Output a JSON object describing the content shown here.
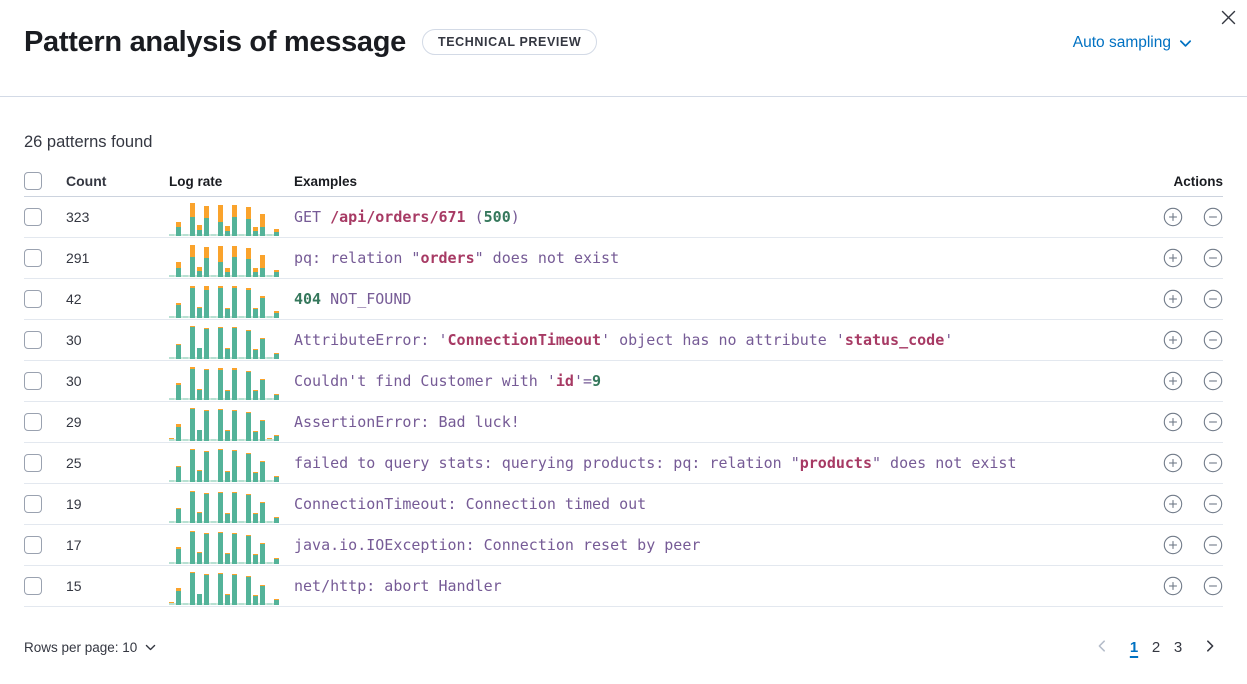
{
  "header": {
    "title": "Pattern analysis of message",
    "badge": "TECHNICAL PREVIEW",
    "sampling_label": "Auto sampling"
  },
  "summary": "26 patterns found",
  "table": {
    "columns": [
      "Count",
      "Log rate",
      "Examples",
      "Actions"
    ],
    "rows": [
      {
        "count": "323",
        "example": [
          [
            "p",
            "GET "
          ],
          [
            "m",
            "/api/orders/671"
          ],
          [
            "p",
            " ("
          ],
          [
            "g",
            "500"
          ],
          [
            "p",
            ")"
          ]
        ],
        "sparkline": [
          [
            4,
            0
          ],
          [
            26,
            14
          ],
          [
            3,
            0
          ],
          [
            55,
            40
          ],
          [
            16,
            14
          ],
          [
            52,
            36
          ],
          [
            4,
            0
          ],
          [
            40,
            50
          ],
          [
            14,
            14
          ],
          [
            55,
            36
          ],
          [
            3,
            0
          ],
          [
            50,
            34
          ],
          [
            13,
            13
          ],
          [
            24,
            40
          ],
          [
            3,
            0
          ],
          [
            10,
            8
          ]
        ]
      },
      {
        "count": "291",
        "example": [
          [
            "p",
            "pq: relation \""
          ],
          [
            "m",
            "orders"
          ],
          [
            "p",
            "\" does not exist"
          ]
        ],
        "sparkline": [
          [
            4,
            0
          ],
          [
            26,
            16
          ],
          [
            3,
            0
          ],
          [
            56,
            38
          ],
          [
            16,
            12
          ],
          [
            54,
            34
          ],
          [
            4,
            0
          ],
          [
            42,
            48
          ],
          [
            14,
            12
          ],
          [
            56,
            34
          ],
          [
            3,
            0
          ],
          [
            52,
            32
          ],
          [
            13,
            12
          ],
          [
            26,
            38
          ],
          [
            3,
            0
          ],
          [
            12,
            6
          ]
        ]
      },
      {
        "count": "42",
        "example": [
          [
            "g",
            "404"
          ],
          [
            "p",
            " NOT_FOUND"
          ]
        ],
        "sparkline": [
          [
            4,
            0
          ],
          [
            38,
            6
          ],
          [
            3,
            0
          ],
          [
            88,
            6
          ],
          [
            28,
            3
          ],
          [
            82,
            10
          ],
          [
            4,
            0
          ],
          [
            86,
            8
          ],
          [
            26,
            3
          ],
          [
            88,
            4
          ],
          [
            3,
            0
          ],
          [
            80,
            6
          ],
          [
            26,
            2
          ],
          [
            56,
            8
          ],
          [
            3,
            0
          ],
          [
            14,
            6
          ]
        ]
      },
      {
        "count": "30",
        "example": [
          [
            "p",
            "AttributeError: '"
          ],
          [
            "m",
            "ConnectionTimeout"
          ],
          [
            "p",
            "' object has no attribute '"
          ],
          [
            "m",
            "status_code"
          ],
          [
            "p",
            "'"
          ]
        ],
        "sparkline": [
          [
            4,
            0
          ],
          [
            40,
            3
          ],
          [
            3,
            0
          ],
          [
            92,
            3
          ],
          [
            30,
            2
          ],
          [
            86,
            3
          ],
          [
            4,
            0
          ],
          [
            90,
            3
          ],
          [
            28,
            2
          ],
          [
            90,
            3
          ],
          [
            3,
            0
          ],
          [
            82,
            3
          ],
          [
            26,
            2
          ],
          [
            58,
            3
          ],
          [
            3,
            0
          ],
          [
            14,
            2
          ]
        ]
      },
      {
        "count": "30",
        "example": [
          [
            "p",
            "Couldn't find Customer with '"
          ],
          [
            "m",
            "id"
          ],
          [
            "p",
            "'="
          ],
          [
            "g",
            "9"
          ]
        ],
        "sparkline": [
          [
            4,
            0
          ],
          [
            42,
            8
          ],
          [
            3,
            0
          ],
          [
            90,
            5
          ],
          [
            28,
            2
          ],
          [
            88,
            3
          ],
          [
            4,
            0
          ],
          [
            88,
            4
          ],
          [
            26,
            2
          ],
          [
            88,
            4
          ],
          [
            3,
            0
          ],
          [
            80,
            3
          ],
          [
            26,
            2
          ],
          [
            56,
            4
          ],
          [
            3,
            0
          ],
          [
            14,
            2
          ]
        ]
      },
      {
        "count": "29",
        "example": [
          [
            "p",
            "AssertionError: Bad luck!"
          ]
        ],
        "sparkline": [
          [
            4,
            2
          ],
          [
            40,
            8
          ],
          [
            3,
            0
          ],
          [
            92,
            4
          ],
          [
            30,
            2
          ],
          [
            86,
            3
          ],
          [
            4,
            1
          ],
          [
            90,
            4
          ],
          [
            28,
            2
          ],
          [
            88,
            3
          ],
          [
            3,
            0
          ],
          [
            82,
            3
          ],
          [
            26,
            2
          ],
          [
            56,
            3
          ],
          [
            4,
            2
          ],
          [
            14,
            2
          ]
        ]
      },
      {
        "count": "25",
        "example": [
          [
            "p",
            "failed to query stats: querying products: pq: relation \""
          ],
          [
            "m",
            "products"
          ],
          [
            "p",
            "\" does not exist"
          ]
        ],
        "sparkline": [
          [
            4,
            0
          ],
          [
            42,
            3
          ],
          [
            3,
            0
          ],
          [
            94,
            3
          ],
          [
            30,
            4
          ],
          [
            86,
            4
          ],
          [
            4,
            1
          ],
          [
            92,
            5
          ],
          [
            28,
            2
          ],
          [
            90,
            4
          ],
          [
            3,
            0
          ],
          [
            82,
            3
          ],
          [
            26,
            2
          ],
          [
            58,
            3
          ],
          [
            3,
            0
          ],
          [
            14,
            2
          ]
        ]
      },
      {
        "count": "19",
        "example": [
          [
            "p",
            "ConnectionTimeout: Connection timed out"
          ]
        ],
        "sparkline": [
          [
            4,
            1
          ],
          [
            40,
            3
          ],
          [
            3,
            0
          ],
          [
            90,
            3
          ],
          [
            28,
            2
          ],
          [
            84,
            3
          ],
          [
            4,
            1
          ],
          [
            88,
            3
          ],
          [
            26,
            3
          ],
          [
            88,
            3
          ],
          [
            3,
            0
          ],
          [
            80,
            4
          ],
          [
            26,
            2
          ],
          [
            56,
            3
          ],
          [
            3,
            1
          ],
          [
            14,
            2
          ]
        ]
      },
      {
        "count": "17",
        "example": [
          [
            "p",
            "java.io.IOException: Connection reset by peer"
          ]
        ],
        "sparkline": [
          [
            4,
            0
          ],
          [
            42,
            6
          ],
          [
            3,
            0
          ],
          [
            92,
            3
          ],
          [
            30,
            3
          ],
          [
            88,
            3
          ],
          [
            4,
            0
          ],
          [
            90,
            3
          ],
          [
            28,
            3
          ],
          [
            88,
            3
          ],
          [
            3,
            0
          ],
          [
            82,
            3
          ],
          [
            26,
            2
          ],
          [
            56,
            4
          ],
          [
            3,
            0
          ],
          [
            14,
            2
          ]
        ]
      },
      {
        "count": "15",
        "example": [
          [
            "p",
            "net/http: abort Handler"
          ]
        ],
        "sparkline": [
          [
            4,
            3
          ],
          [
            40,
            8
          ],
          [
            3,
            0
          ],
          [
            92,
            3
          ],
          [
            30,
            2
          ],
          [
            86,
            3
          ],
          [
            4,
            0
          ],
          [
            90,
            4
          ],
          [
            28,
            2
          ],
          [
            88,
            3
          ],
          [
            3,
            0
          ],
          [
            80,
            3
          ],
          [
            26,
            3
          ],
          [
            54,
            3
          ],
          [
            3,
            1
          ],
          [
            14,
            2
          ]
        ]
      }
    ]
  },
  "footer": {
    "rows_per_page_label": "Rows per page: 10",
    "pages": [
      "1",
      "2",
      "3"
    ],
    "active_page": "1"
  },
  "colors": {
    "accent_blue": "#0071c2",
    "code_purple": "#765b96",
    "code_highlight": "#a73a64",
    "code_number": "#35785c",
    "spark_green": "#54b399",
    "spark_green_light": "#b7e0d2",
    "spark_orange": "#faa32c",
    "spark_baseline": "#cfe9dd",
    "icon_gray": "#717b89"
  }
}
